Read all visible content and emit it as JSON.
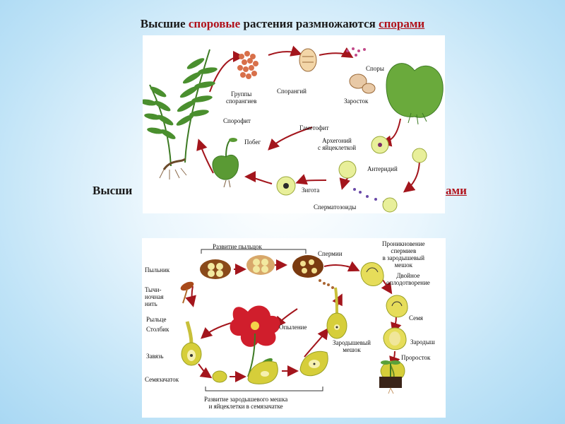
{
  "slide_title": {
    "part1": "Высшие ",
    "part2": "споровые",
    "part3": " растения размножаются ",
    "part4": "спорами"
  },
  "slide_title_2": {
    "left": "Высши",
    "right": "ами"
  },
  "fern_cycle": {
    "labels": {
      "sori": "Группы\nспорангиев",
      "sporangium": "Спорангий",
      "spores": "Споры",
      "prothallus": "Заросток",
      "sporophyte": "Спорофит",
      "gametophyte": "Гаметофит",
      "shoot": "Побег",
      "archegonium": "Архегоний\nс яйцеклеткой",
      "antheridium": "Антеридий",
      "zygote": "Зигота",
      "spermatozoids": "Сперматозоиды"
    }
  },
  "flower_cycle": {
    "labels": {
      "anther_development": "Развитие пыльцок",
      "sperms": "Спермии",
      "sperm_penetration": "Проникновение\nспермиев\nв зародышевый\nмешок",
      "anther": "Пыльник",
      "filament": "Тычи-\nночная\nнить",
      "double_fertilization": "Двойное\nоплодотворение",
      "stigma": "Рыльце",
      "style": "Столбик",
      "pollination": "Опыление",
      "seed": "Семя",
      "embryo": "Зародыш",
      "ovary": "Завязь",
      "embryo_sac": "Зародышевый\nмешок",
      "seedling": "Проросток",
      "ovule": "Семязачаток",
      "embryo_sac_development": "Развитие зародышевого мешка\nи яйцеклетки в семязачатке"
    }
  }
}
